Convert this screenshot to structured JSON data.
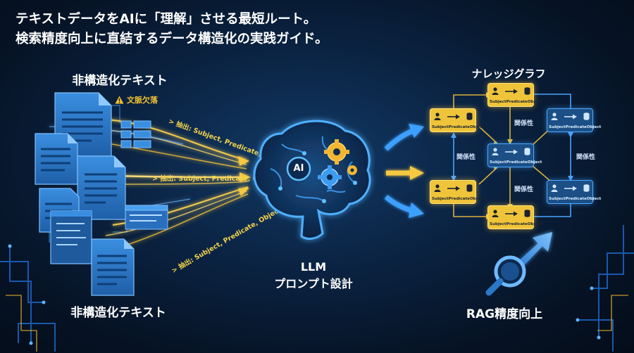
{
  "headline": {
    "line1": "テキストデータをAIに「理解」させる最短ルート。",
    "line2": "検索精度向上に直結するデータ構造化の実践ガイド。"
  },
  "left": {
    "label_top": "非構造化テキスト",
    "label_bottom": "非構造化テキスト",
    "warning": "文脈欠落",
    "extract_lines": [
      "> 抽出: Subject, Predicate, Object",
      "> 抽出: Subject, Predicate, Object",
      "> 抽出: Subject, Predicate, Object"
    ]
  },
  "center": {
    "ai_badge": "AI",
    "title": "LLM",
    "subtitle": "プロンプト設計"
  },
  "right": {
    "graph_label": "ナレッジグラフ",
    "result_label": "RAG精度向上",
    "relation_label": "関係性",
    "node_words": [
      "Subject",
      "Predicate",
      "Object"
    ]
  },
  "colors": {
    "background": "#07162b",
    "accent_yellow": "#f5c842",
    "accent_blue": "#3ea0ff",
    "doc_blue": "#2a78c8"
  },
  "icons": [
    "warning-icon",
    "document-icon",
    "table-icon",
    "brain-icon",
    "gear-icon",
    "person-icon",
    "arrow-icon",
    "database-icon",
    "magnifier-icon",
    "rising-arrow-icon"
  ]
}
